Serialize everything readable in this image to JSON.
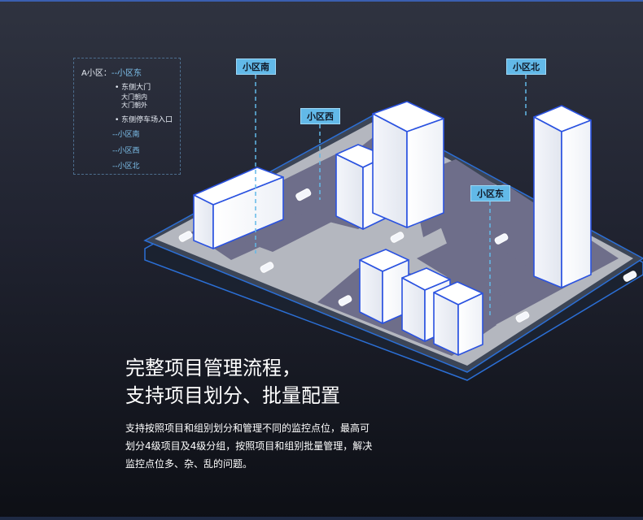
{
  "tree": {
    "root_prefix": "A小区：",
    "root_sub": "--小区东",
    "gate_east": "• 东侧大门",
    "gate_in": "大门朝内",
    "gate_out": "大门朝外",
    "parking_entrance": "• 东侧停车场入口",
    "zone_south": "--小区南",
    "zone_west": "--小区西",
    "zone_north": "--小区北"
  },
  "tags": {
    "south": "小区南",
    "west": "小区西",
    "north": "小区北",
    "east": "小区东"
  },
  "headline": {
    "line1": "完整项目管理流程，",
    "line2": "支持项目划分、批量配置"
  },
  "description": {
    "line1": "支持按照项目和组别划分和管理不同的监控点位，最高可",
    "line2": "划分4级项目及4级分组，按照项目和组别批量管理，解决",
    "line3": "监控点位多、杂、乱的问题。"
  },
  "colors": {
    "accent": "#62b9e8",
    "building_edge": "#2a52e0",
    "platform_top": "#6e6e8a",
    "road": "#b4b7bf"
  }
}
